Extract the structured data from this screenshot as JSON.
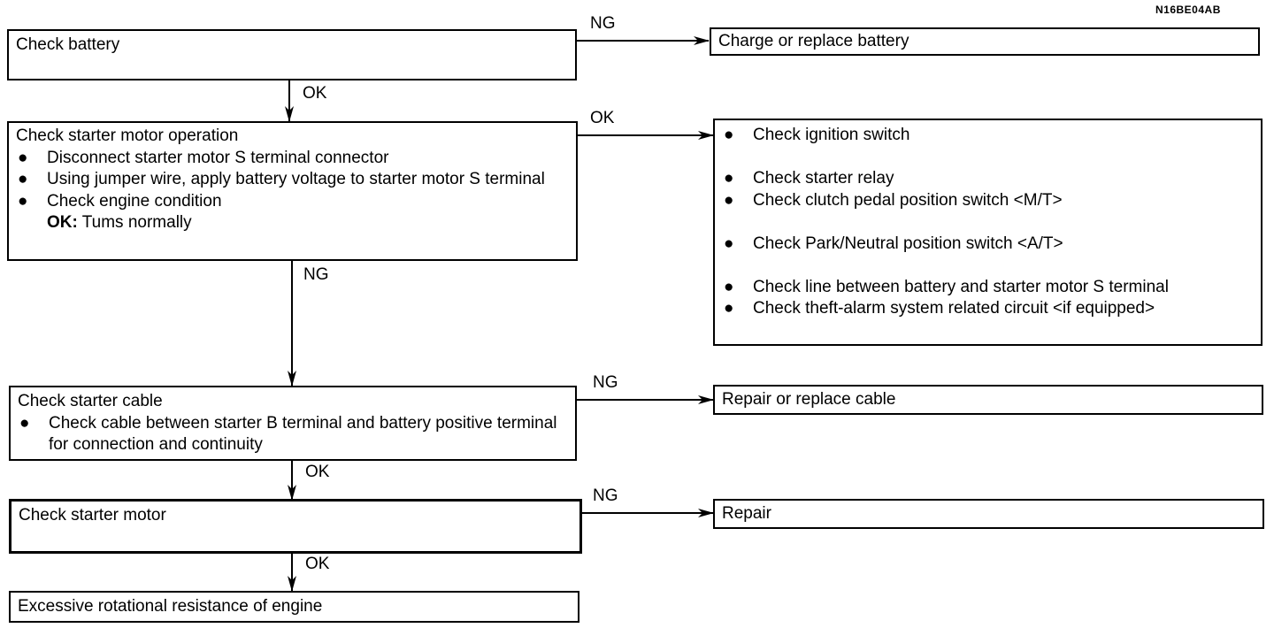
{
  "code": "N16BE04AB",
  "steps": {
    "battery": {
      "title": "Check battery"
    },
    "operation": {
      "title": "Check starter motor operation",
      "bullets": [
        "Disconnect starter motor S terminal connector",
        "Using jumper wire, apply battery voltage to starter motor S terminal",
        "Check engine condition"
      ],
      "ok_label": "OK:",
      "ok_text": "Tums normally"
    },
    "cable": {
      "title": "Check starter cable",
      "bullets": [
        "Check cable between starter B terminal and battery positive terminal for connection and continuity"
      ]
    },
    "motor": {
      "title": "Check starter motor"
    },
    "resistance": {
      "title": "Excessive rotational resistance of engine"
    }
  },
  "results": {
    "charge": "Charge or replace battery",
    "checks": [
      "Check ignition switch",
      "Check starter relay",
      "Check clutch pedal position switch <M/T>",
      "Check Park/Neutral position switch <A/T>",
      "Check line between battery and starter motor S terminal",
      "Check theft-alarm system related circuit <if equipped>"
    ],
    "cable_repair": "Repair or replace cable",
    "repair": "Repair"
  },
  "labels": {
    "ng1": "NG",
    "ok1": "OK",
    "ok2": "OK",
    "ng2": "NG",
    "ng3": "NG",
    "ok3": "OK",
    "ng4": "NG",
    "ok4": "OK"
  },
  "bullet_symbol": "●"
}
